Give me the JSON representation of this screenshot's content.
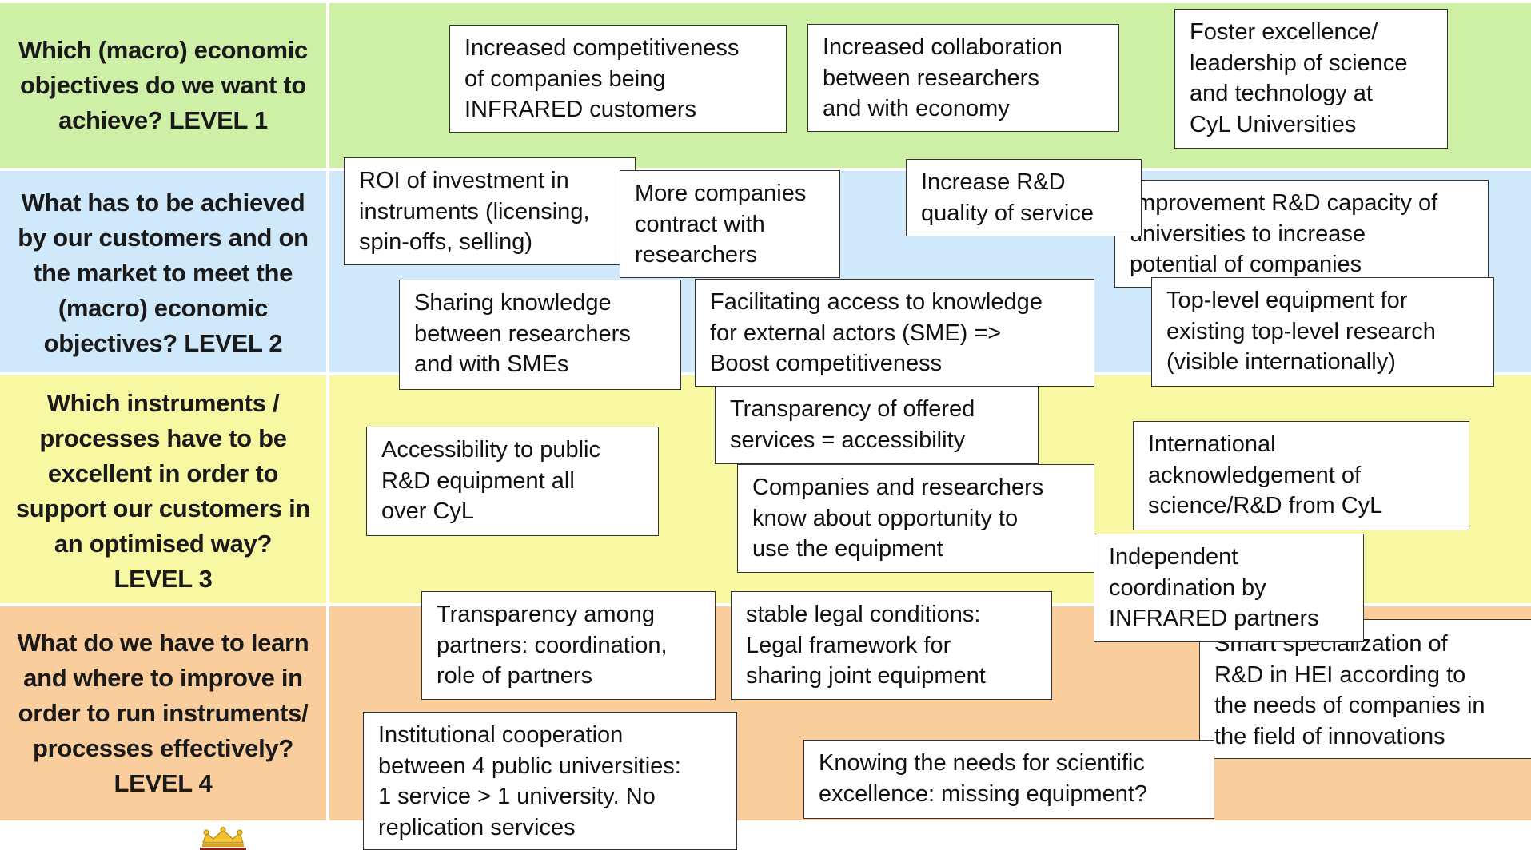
{
  "colors": {
    "level1": "#cdf0a6",
    "level2": "#cfe9fb",
    "level3": "#f8f8a2",
    "level4": "#f9cd9c"
  },
  "levels": [
    {
      "id": "level-1",
      "question": "Which (macro) economic\nobjectives do we want to\nachieve? LEVEL 1"
    },
    {
      "id": "level-2",
      "question": "What has to be achieved\nby our customers and on\nthe market to meet the\n(macro) economic\nobjectives? LEVEL 2"
    },
    {
      "id": "level-3",
      "question": "Which instruments /\nprocesses have to be\nexcellent  in order to\nsupport our customers in\nan optimised way?\nLEVEL 3"
    },
    {
      "id": "level-4",
      "question": "What do we have to learn\nand where  to improve in\norder to run instruments/\nprocesses effectively?\nLEVEL 4"
    }
  ],
  "cards": [
    {
      "text": "Increased competitiveness\nof companies  being\nINFRARED customers"
    },
    {
      "text": "Increased collaboration\nbetween researchers\nand with economy"
    },
    {
      "text": "Foster excellence/\nleadership of science\nand technology at\nCyL Universities"
    },
    {
      "text": "ROI of investment in\ninstruments (licensing,\nspin-offs, selling)"
    },
    {
      "text": "More companies\ncontract with\nresearchers"
    },
    {
      "text": "Increase R&D\nquality of service"
    },
    {
      "text": "Improvement R&D capacity of\nuniversities to increase\npotential of companies"
    },
    {
      "text": "Sharing knowledge\nbetween researchers\nand with SMEs"
    },
    {
      "text": "Facilitating access to knowledge\nfor external actors (SME) =>\nBoost competitiveness"
    },
    {
      "text": "Top-level equipment for\nexisting top-level research\n(visible internationally)"
    },
    {
      "text": "Transparency of offered\nservices = accessibility"
    },
    {
      "text": "Accessibility to public\nR&D equipment all\nover CyL"
    },
    {
      "text": "International\nacknowledgement of\nscience/R&D from CyL"
    },
    {
      "text": "Companies and researchers\nknow about opportunity to\nuse the equipment"
    },
    {
      "text": "Independent\ncoordination by\nINFRARED partners"
    },
    {
      "text": "Transparency among\npartners: coordination,\nrole of partners"
    },
    {
      "text": "stable legal conditions:\nLegal framework for\nsharing joint equipment"
    },
    {
      "text": "Smart specialization of\nR&D in HEI according to\nthe needs of companies in\nthe field of innovations"
    },
    {
      "text": "Institutional cooperation\nbetween 4 public universities:\n1 service > 1 university. No\nreplication services"
    },
    {
      "text": "Knowing the needs for scientific\nexcellence: missing equipment?"
    }
  ]
}
